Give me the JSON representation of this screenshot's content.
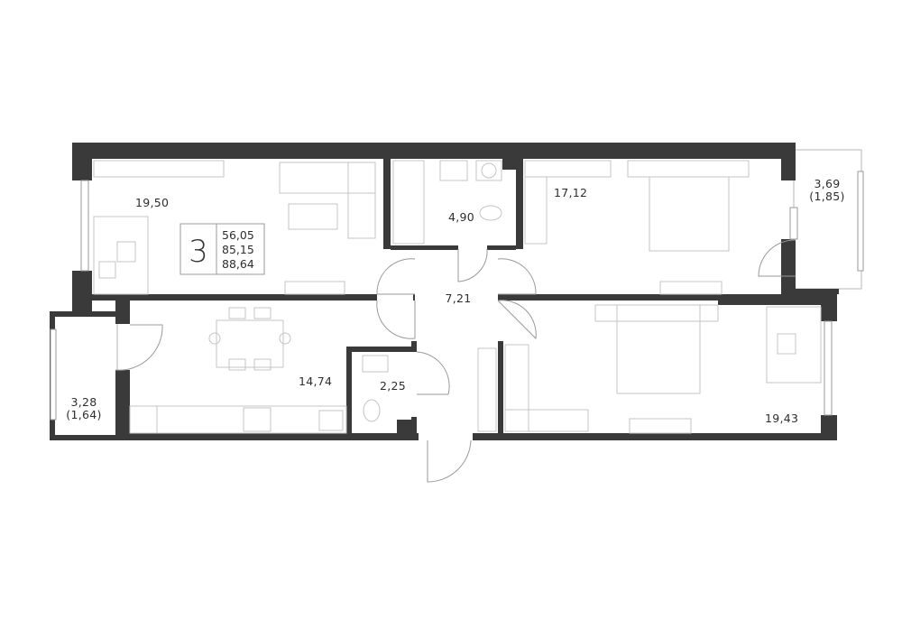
{
  "apartment": {
    "rooms_count": "3",
    "living_area": "56,05",
    "total_area": "85,15",
    "total_area_with_balconies": "88,64"
  },
  "rooms": {
    "living_room": "19,50",
    "bathroom": "4,90",
    "bedroom_top": "17,12",
    "balcony_right_area": "3,69",
    "balcony_right_reduced": "(1,85)",
    "hallway": "7,21",
    "kitchen": "14,74",
    "wc": "2,25",
    "balcony_left_area": "3,28",
    "balcony_left_reduced": "(1,64)",
    "bedroom_bottom": "19,43"
  },
  "colors": {
    "wall": "#3a3a3a",
    "furniture": "#c4c4c4",
    "text": "#2e2e2e"
  }
}
